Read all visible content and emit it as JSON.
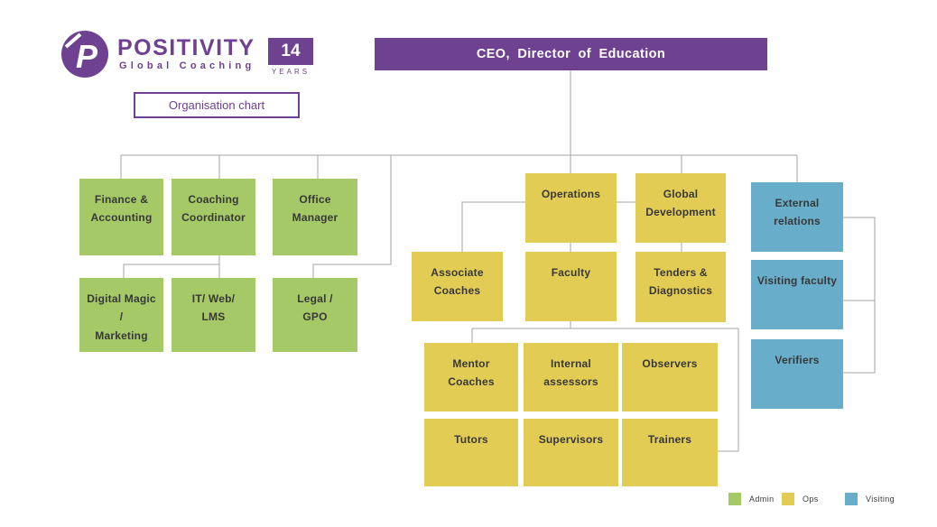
{
  "brand": {
    "name": "POSITIVITY",
    "tagline": "Global Coaching",
    "years_number": "14",
    "years_label": "YEARS",
    "subtitle": "Organisation chart"
  },
  "colors": {
    "purple": "#6f4191",
    "admin_green": "#a5c966",
    "ops_yellow": "#e2cc54",
    "visiting_blue": "#68aecb",
    "line_gray": "#a6a6a6"
  },
  "chart": {
    "root": {
      "label": "CEO, Director of Education"
    },
    "nodes": {
      "finance": {
        "label": "Finance &\nAccounting",
        "group": "Admin",
        "reports_to": "ceo"
      },
      "coaching": {
        "label": "Coaching\nCoordinator",
        "group": "Admin",
        "reports_to": "ceo"
      },
      "office": {
        "label": "Office\nManager",
        "group": "Admin",
        "reports_to": "ceo"
      },
      "digital": {
        "label": "Digital Magic /\nMarketing",
        "group": "Admin",
        "reports_to": "coaching"
      },
      "itweb": {
        "label": "IT/ Web/\nLMS",
        "group": "Admin",
        "reports_to": "coaching"
      },
      "legal": {
        "label": "Legal /\nGPO",
        "group": "Admin",
        "reports_to": "ceo"
      },
      "operations": {
        "label": "Operations",
        "group": "Ops",
        "reports_to": "ceo"
      },
      "globaldev": {
        "label": "Global\nDevelopment",
        "group": "Ops",
        "reports_to": "ceo"
      },
      "associate": {
        "label": "Associate\nCoaches",
        "group": "Ops",
        "reports_to": "operations"
      },
      "faculty": {
        "label": "Faculty",
        "group": "Ops",
        "reports_to": "operations"
      },
      "tenders": {
        "label": "Tenders &\nDiagnostics",
        "group": "Ops",
        "reports_to": "globaldev"
      },
      "mentor": {
        "label": "Mentor\nCoaches",
        "group": "Ops",
        "reports_to": "faculty"
      },
      "internal": {
        "label": "Internal\nassessors",
        "group": "Ops",
        "reports_to": "faculty"
      },
      "observers": {
        "label": "Observers",
        "group": "Ops",
        "reports_to": "faculty"
      },
      "tutors": {
        "label": "Tutors",
        "group": "Ops",
        "reports_to": "faculty"
      },
      "supervisors": {
        "label": "Supervisors",
        "group": "Ops",
        "reports_to": "faculty"
      },
      "trainers": {
        "label": "Trainers",
        "group": "Ops",
        "reports_to": "faculty"
      },
      "external": {
        "label": "External\nrelations",
        "group": "Visiting",
        "reports_to": "ceo"
      },
      "visitfac": {
        "label": "Visiting faculty",
        "group": "Visiting",
        "reports_to": "external"
      },
      "verifiers": {
        "label": "Verifiers",
        "group": "Visiting",
        "reports_to": "external"
      }
    }
  },
  "legend": {
    "items": [
      {
        "label": "Admin",
        "color": "#a5c966"
      },
      {
        "label": "Ops",
        "color": "#e2cc54"
      },
      {
        "label": "Visiting",
        "color": "#68aecb"
      }
    ]
  }
}
